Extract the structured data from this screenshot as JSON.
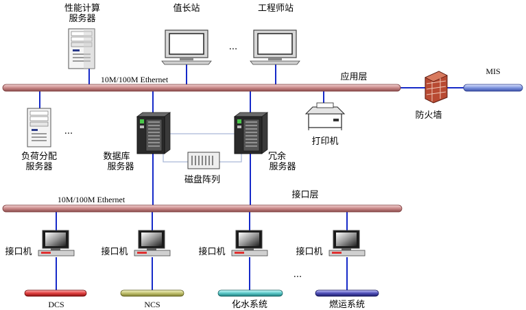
{
  "labels": {
    "perf_server": [
      "性能计算",
      "服务器"
    ],
    "duty_station": "值长站",
    "eng_station": "工程师站",
    "ellipsis": "...",
    "ethernet_top": "10M/100M Ethernet",
    "app_layer": "应用层",
    "mis": "MIS",
    "firewall": "防火墙",
    "load_server": [
      "负荷分配",
      "服务器"
    ],
    "db_server": [
      "数据库",
      "服务器"
    ],
    "redundant_server": [
      "冗余",
      "服务器"
    ],
    "printer": "打印机",
    "disk_array": "磁盘阵列",
    "ethernet_bottom": "10M/100M Ethernet",
    "if_layer": "接口层",
    "if_machine": "接口机",
    "dcs": "DCS",
    "ncs": "NCS",
    "water": "化水系统",
    "fuel": "燃运系统"
  },
  "colors": {
    "bus_red": "#d89b9b",
    "bus_blue": "#8fa6e0",
    "bus_red_dcs": "#d94b4b",
    "bus_yellow": "#c8c870",
    "bus_teal": "#5fc4c4",
    "bus_navy": "#4a4aa8",
    "link_blue": "#1428c8"
  }
}
